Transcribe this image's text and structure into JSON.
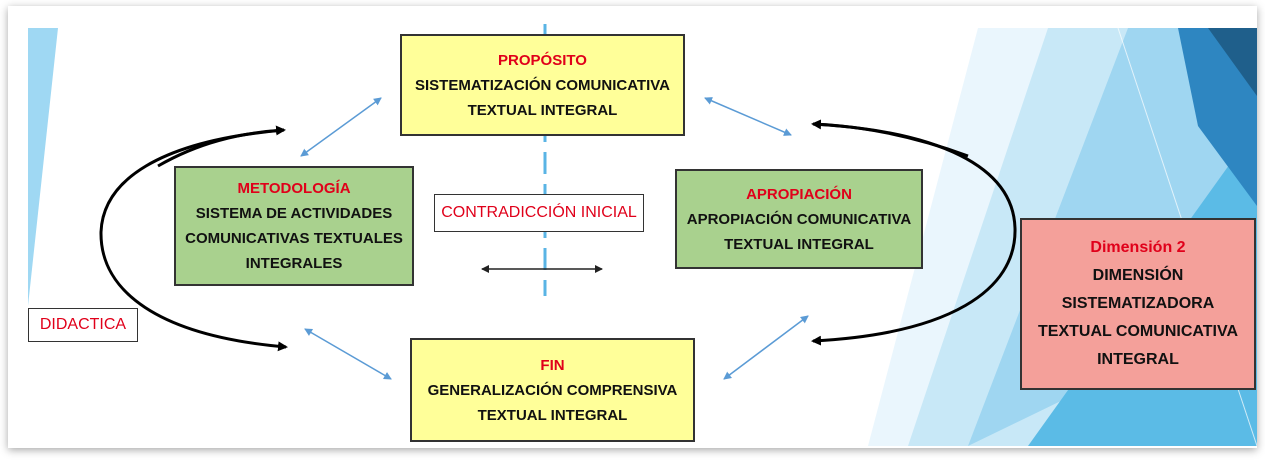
{
  "proposito": {
    "heading": "PROPÓSITO",
    "line1": "SISTEMATIZACIÓN COMUNICATIVA",
    "line2": "TEXTUAL INTEGRAL"
  },
  "metodologia": {
    "heading": "METODOLOGÍA",
    "line1": "SISTEMA DE ACTIVIDADES",
    "line2": "COMUNICATIVAS TEXTUALES",
    "line3": "INTEGRALES"
  },
  "apropiacion": {
    "heading": "APROPIACIÓN",
    "line1": "APROPIACIÓN COMUNICATIVA",
    "line2": "TEXTUAL INTEGRAL"
  },
  "fin": {
    "heading": "FIN",
    "line1": "GENERALIZACIÓN COMPRENSIVA",
    "line2": "TEXTUAL INTEGRAL"
  },
  "dimension": {
    "heading": "Dimensión 2",
    "line1": "DIMENSIÓN",
    "line2": "SISTEMATIZADORA",
    "line3": "TEXTUAL COMUNICATIVA",
    "line4": "INTEGRAL"
  },
  "contradiccion_label": "CONTRADICCIÓN INICIAL",
  "didactica_label": "DIDACTICA",
  "colors": {
    "heading_red": "#e0001a",
    "yellow_box": "#ffff99",
    "green_box": "#a9d18e",
    "salmon_box": "#f4a09a",
    "axis_dash": "#5ab4e5",
    "small_arrow": "#5b9bd5"
  }
}
